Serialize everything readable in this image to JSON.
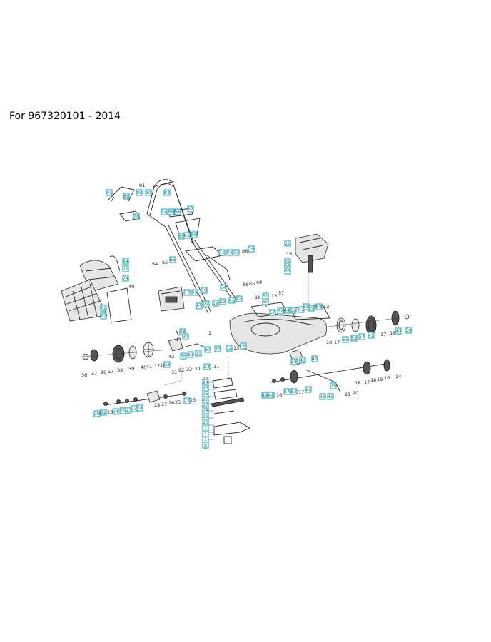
{
  "header": {
    "title": "For 967320101 - 2014"
  },
  "diagram": {
    "callouts": [
      {
        "id": "c1",
        "label": "91"
      },
      {
        "id": "c2",
        "label": "88"
      },
      {
        "id": "c3",
        "label": "89"
      },
      {
        "id": "c4",
        "label": "90"
      },
      {
        "id": "c5",
        "label": "83"
      },
      {
        "id": "c6",
        "label": "54"
      },
      {
        "id": "c7",
        "label": "58"
      },
      {
        "id": "c8",
        "label": "56"
      },
      {
        "id": "c9",
        "label": "87"
      },
      {
        "id": "c10",
        "label": "69"
      },
      {
        "id": "c11",
        "label": "61"
      },
      {
        "id": "c12",
        "label": "56"
      },
      {
        "id": "c13",
        "label": "65"
      },
      {
        "id": "c14",
        "label": "71"
      },
      {
        "id": "c15",
        "label": "72"
      },
      {
        "id": "c16",
        "label": "73"
      },
      {
        "id": "c17",
        "label": "84"
      },
      {
        "id": "c18",
        "label": "75"
      },
      {
        "id": "c19",
        "label": "74"
      },
      {
        "id": "c20",
        "label": "76"
      },
      {
        "id": "c21",
        "label": "79"
      },
      {
        "id": "c22",
        "label": "77"
      },
      {
        "id": "c23",
        "label": "78"
      },
      {
        "id": "c24",
        "label": "70"
      },
      {
        "id": "c25",
        "label": "16"
      },
      {
        "id": "c26",
        "label": "69"
      },
      {
        "id": "c27",
        "label": "68"
      },
      {
        "id": "c28",
        "label": "63"
      },
      {
        "id": "c29",
        "label": "64"
      },
      {
        "id": "c30",
        "label": "62"
      },
      {
        "id": "c31",
        "label": "67"
      },
      {
        "id": "c32",
        "label": "85"
      },
      {
        "id": "c33",
        "label": "24"
      },
      {
        "id": "c34",
        "label": "19"
      },
      {
        "id": "c35",
        "label": "22"
      },
      {
        "id": "c36",
        "label": "46"
      },
      {
        "id": "c37",
        "label": "45"
      },
      {
        "id": "c38",
        "label": "51"
      },
      {
        "id": "c39",
        "label": "50"
      },
      {
        "id": "c40",
        "label": "57"
      },
      {
        "id": "c41",
        "label": "32"
      },
      {
        "id": "c42",
        "label": "44"
      },
      {
        "id": "c43",
        "label": "56"
      },
      {
        "id": "c44",
        "label": "41"
      },
      {
        "id": "c45",
        "label": "59"
      },
      {
        "id": "c46",
        "label": "58"
      },
      {
        "id": "c47",
        "label": "56"
      },
      {
        "id": "c48",
        "label": "55"
      },
      {
        "id": "c49",
        "label": "53"
      },
      {
        "id": "c50",
        "label": "17"
      },
      {
        "id": "c51",
        "label": "41"
      },
      {
        "id": "c52",
        "label": "40"
      },
      {
        "id": "c53",
        "label": "39"
      },
      {
        "id": "c54",
        "label": "38"
      },
      {
        "id": "c55",
        "label": "37"
      },
      {
        "id": "c56",
        "label": "36"
      },
      {
        "id": "c57",
        "label": "62"
      },
      {
        "id": "c58",
        "label": "60"
      },
      {
        "id": "c59",
        "label": "30"
      },
      {
        "id": "c60",
        "label": "12"
      },
      {
        "id": "c61",
        "label": "9"
      },
      {
        "id": "c62",
        "label": "33"
      },
      {
        "id": "c63",
        "label": "32"
      },
      {
        "id": "c64",
        "label": "31"
      },
      {
        "id": "c65",
        "label": "42"
      },
      {
        "id": "c66",
        "label": "43"
      },
      {
        "id": "c67",
        "label": "34"
      },
      {
        "id": "c68",
        "label": "35"
      },
      {
        "id": "c69",
        "label": "36"
      },
      {
        "id": "c70",
        "label": "45"
      },
      {
        "id": "c71",
        "label": "49"
      },
      {
        "id": "c72",
        "label": "48"
      },
      {
        "id": "c73",
        "label": "47"
      },
      {
        "id": "c74",
        "label": "52"
      },
      {
        "id": "c75",
        "label": "21"
      },
      {
        "id": "c76",
        "label": "20"
      },
      {
        "id": "c77",
        "label": "22"
      },
      {
        "id": "c78",
        "label": "14"
      },
      {
        "id": "c79",
        "label": "15"
      },
      {
        "id": "c80",
        "label": "17"
      },
      {
        "id": "c81",
        "label": "13"
      },
      {
        "id": "c82",
        "label": "18"
      },
      {
        "id": "c83",
        "label": "27"
      },
      {
        "id": "c84",
        "label": "24"
      },
      {
        "id": "c85",
        "label": "23"
      },
      {
        "id": "c86",
        "label": "25"
      },
      {
        "id": "c87",
        "label": "26"
      },
      {
        "id": "c88",
        "label": "27"
      },
      {
        "id": "c89",
        "label": "28"
      },
      {
        "id": "c90",
        "label": "29"
      },
      {
        "id": "c91",
        "label": "23"
      },
      {
        "id": "c92",
        "label": "3"
      },
      {
        "id": "c93",
        "label": "4"
      },
      {
        "id": "c94",
        "label": "5"
      },
      {
        "id": "c95",
        "label": "6"
      },
      {
        "id": "c96",
        "label": "8"
      },
      {
        "id": "c97",
        "label": "7"
      },
      {
        "id": "c98",
        "label": "10"
      },
      {
        "id": "c99",
        "label": "11"
      },
      {
        "id": "c100",
        "label": "2"
      },
      {
        "id": "c101",
        "label": "1"
      }
    ],
    "numbers": [
      {
        "id": "n1",
        "label": "81"
      },
      {
        "id": "n2",
        "label": "64"
      },
      {
        "id": "n3",
        "label": "65"
      },
      {
        "id": "n4",
        "label": "86"
      },
      {
        "id": "n5",
        "label": "66"
      },
      {
        "id": "n6",
        "label": "65"
      },
      {
        "id": "n7",
        "label": "64"
      },
      {
        "id": "n8",
        "label": "40"
      },
      {
        "id": "n9",
        "label": "13"
      },
      {
        "id": "n10",
        "label": "57"
      },
      {
        "id": "n11",
        "label": "18"
      },
      {
        "id": "n12",
        "label": "13"
      },
      {
        "id": "n13",
        "label": "53"
      },
      {
        "id": "n14",
        "label": "16"
      },
      {
        "id": "n15",
        "label": "18"
      },
      {
        "id": "n16",
        "label": "17"
      },
      {
        "id": "n17",
        "label": "17"
      },
      {
        "id": "n18",
        "label": "16"
      },
      {
        "id": "n19",
        "label": "36"
      },
      {
        "id": "n20",
        "label": "37"
      },
      {
        "id": "n21",
        "label": "16"
      },
      {
        "id": "n22",
        "label": "17"
      },
      {
        "id": "n23",
        "label": "38"
      },
      {
        "id": "n24",
        "label": "39"
      },
      {
        "id": "n25",
        "label": "40"
      },
      {
        "id": "n26",
        "label": "41"
      },
      {
        "id": "n27",
        "label": "17"
      },
      {
        "id": "n28",
        "label": "19"
      },
      {
        "id": "n29",
        "label": "42"
      },
      {
        "id": "n30",
        "label": "31"
      },
      {
        "id": "n31",
        "label": "92"
      },
      {
        "id": "n32",
        "label": "32"
      },
      {
        "id": "n33",
        "label": "11"
      },
      {
        "id": "n34",
        "label": "11"
      },
      {
        "id": "n35",
        "label": "13"
      },
      {
        "id": "n36",
        "label": "1"
      },
      {
        "id": "n37",
        "label": "28"
      },
      {
        "id": "n38",
        "label": "27"
      },
      {
        "id": "n39",
        "label": "26"
      },
      {
        "id": "n40",
        "label": "25"
      },
      {
        "id": "n41",
        "label": "23"
      },
      {
        "id": "n42",
        "label": "23"
      },
      {
        "id": "n43",
        "label": "16"
      },
      {
        "id": "n44",
        "label": "21"
      },
      {
        "id": "n45",
        "label": "20"
      },
      {
        "id": "n46",
        "label": "18"
      },
      {
        "id": "n47",
        "label": "17"
      },
      {
        "id": "n48",
        "label": "18"
      },
      {
        "id": "n49",
        "label": "19"
      },
      {
        "id": "n50",
        "label": "16"
      },
      {
        "id": "n51",
        "label": "14"
      },
      {
        "id": "n52",
        "label": "13"
      },
      {
        "id": "n53",
        "label": "16"
      },
      {
        "id": "n54",
        "label": "1"
      },
      {
        "id": "n55",
        "label": "18"
      },
      {
        "id": "n56",
        "label": "17"
      },
      {
        "id": "n57",
        "label": "15"
      }
    ]
  }
}
